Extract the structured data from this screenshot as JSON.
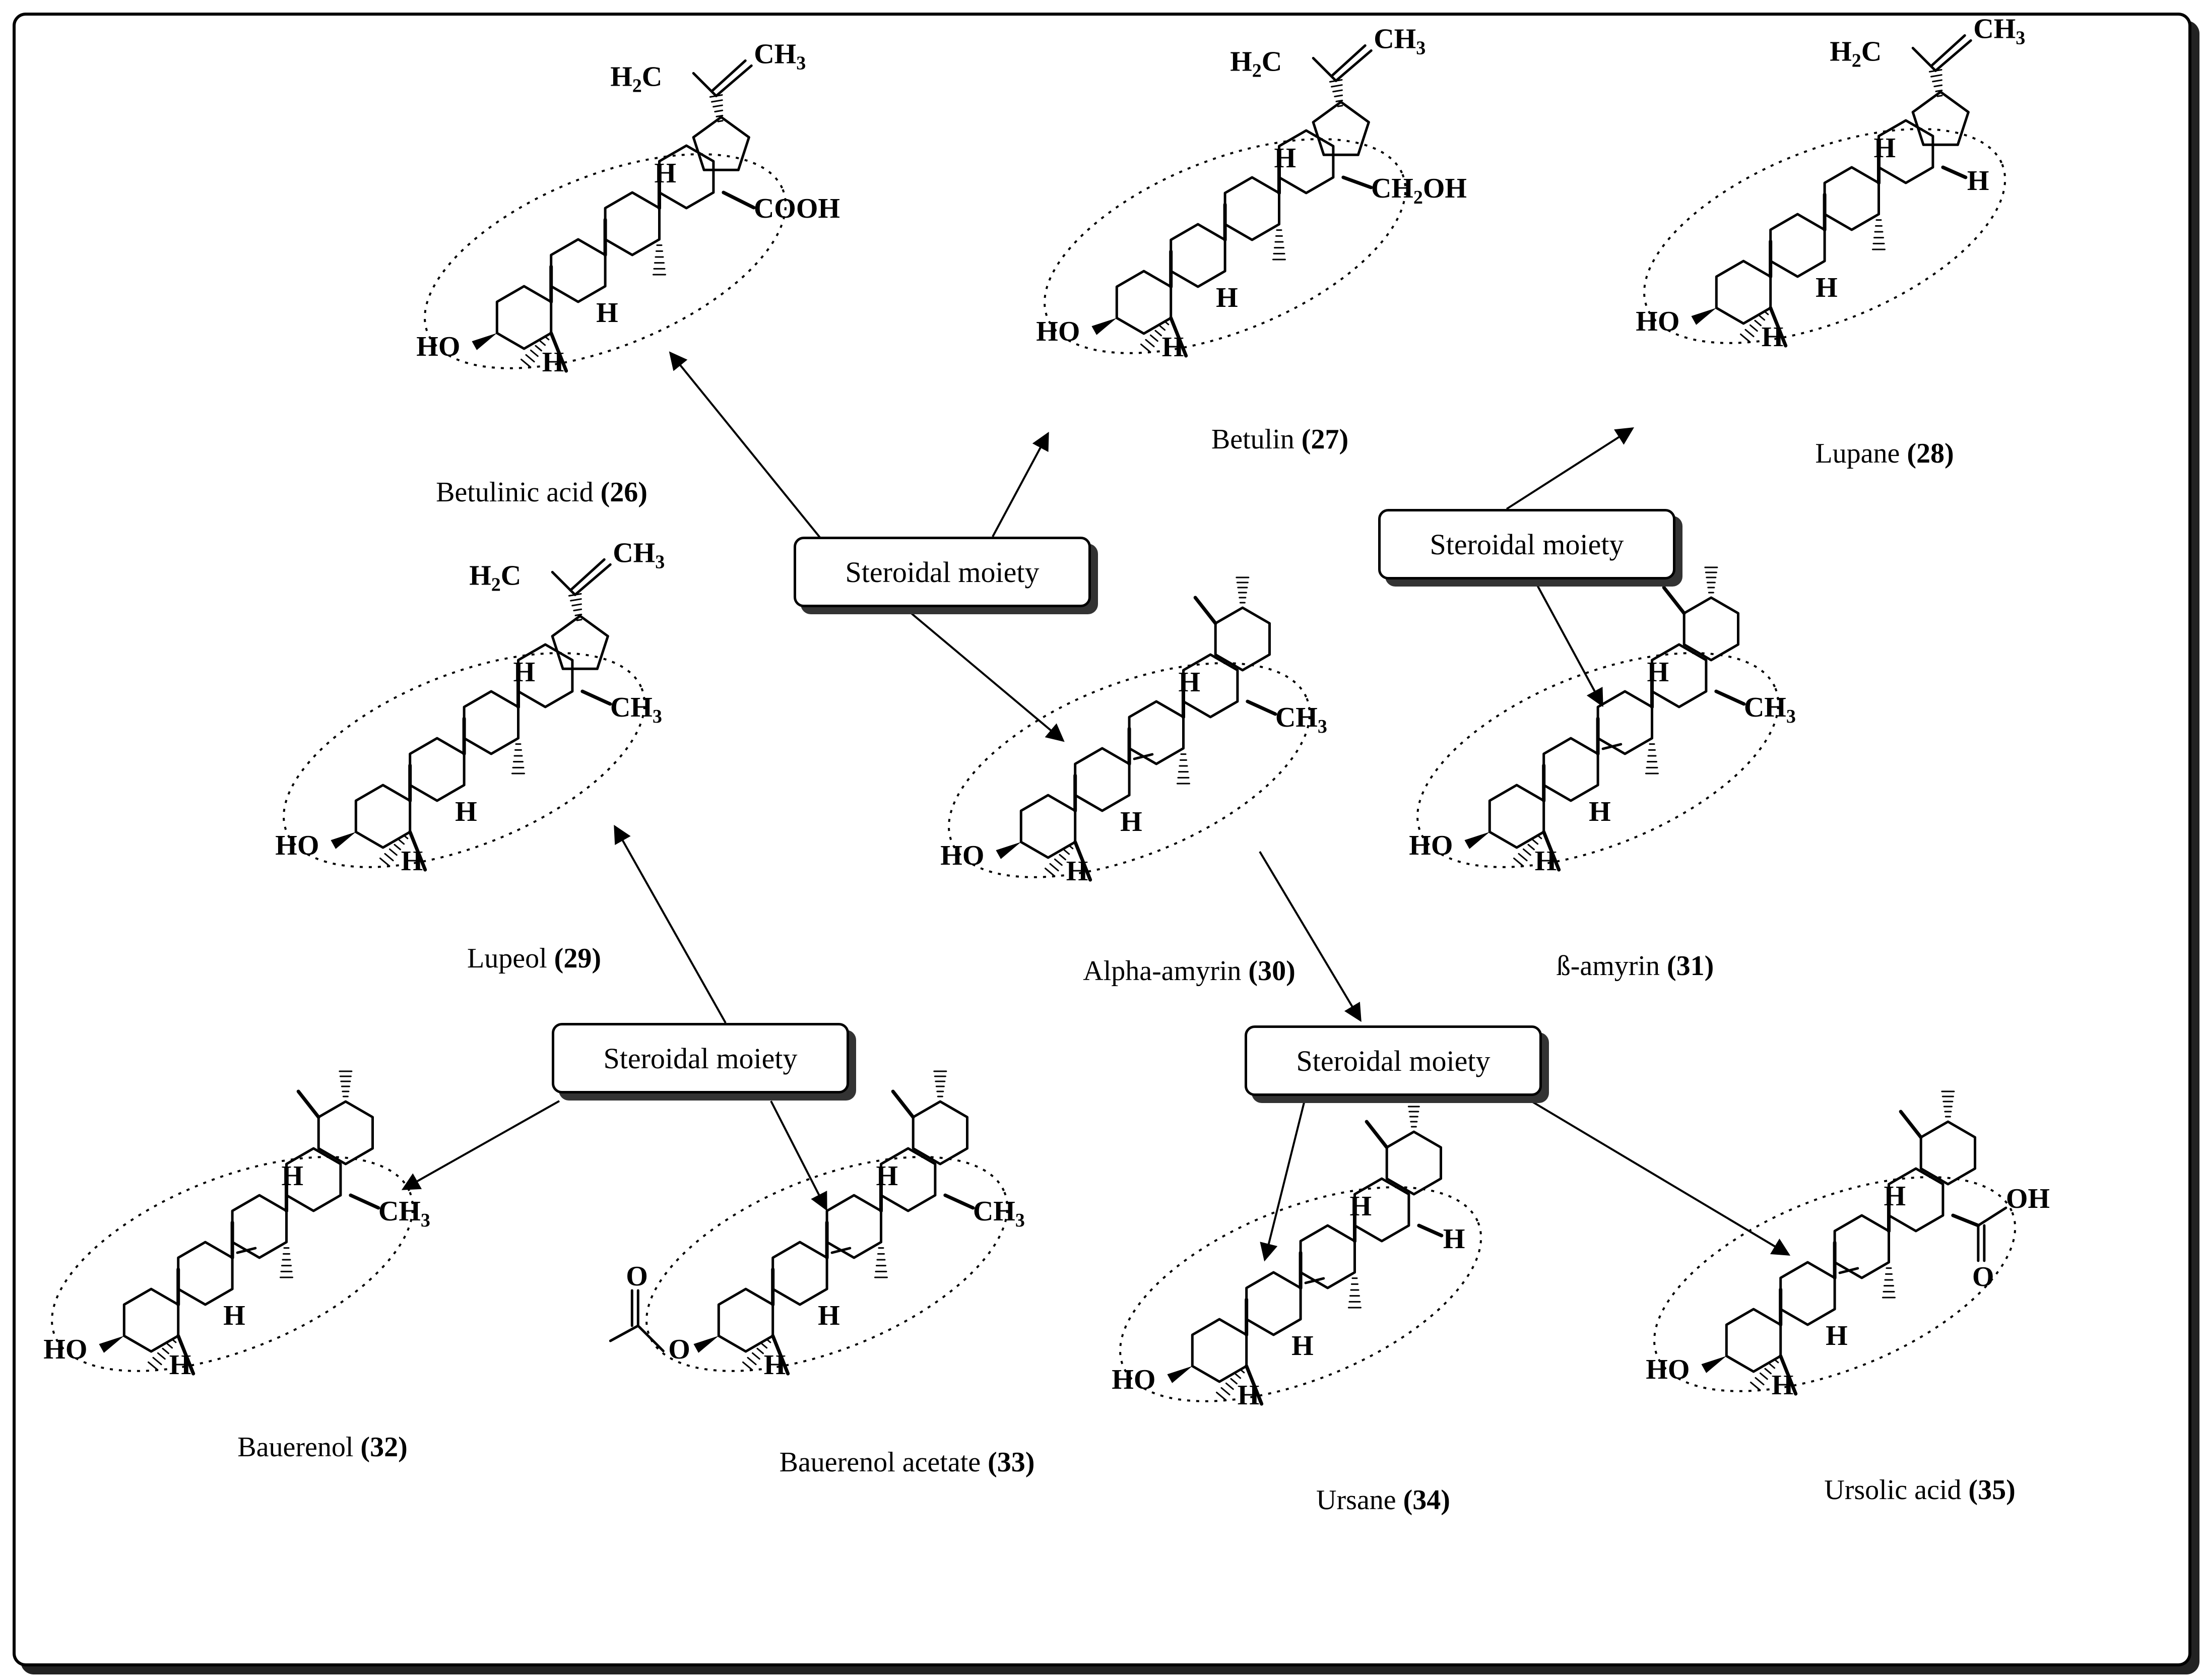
{
  "moiety_label": "Steroidal moiety",
  "compounds": [
    {
      "name": "Betulinic acid",
      "number": "(26)",
      "substituent": "COOH"
    },
    {
      "name": "Betulin",
      "number": "(27)",
      "substituent": "CH2OH"
    },
    {
      "name": "Lupane",
      "number": "(28)",
      "substituent": "H"
    },
    {
      "name": "Lupeol",
      "number": "(29)",
      "substituent": "CH3"
    },
    {
      "name": "Alpha-amyrin",
      "number": "(30)",
      "substituent": "CH3"
    },
    {
      "name": "ß-amyrin",
      "number": "(31)",
      "substituent": "CH3"
    },
    {
      "name": "Bauerenol",
      "number": "(32)",
      "substituent": "CH3"
    },
    {
      "name": "Bauerenol acetate",
      "number": "(33)",
      "substituent": "CH3"
    },
    {
      "name": "Ursane",
      "number": "(34)",
      "substituent": "H"
    },
    {
      "name": "Ursolic acid",
      "number": "(35)",
      "substituent": "OH"
    }
  ],
  "atom_labels": {
    "ho": "HO",
    "h": "H",
    "isopropenyl_ch2": "H2C",
    "isopropenyl_ch3": "CH3",
    "methyl": "CH3",
    "carbonyl_o": "O",
    "acid_oh": "OH"
  }
}
